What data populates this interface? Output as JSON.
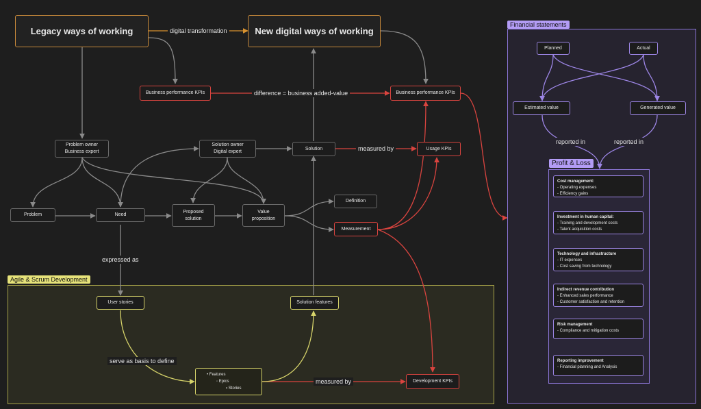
{
  "groups": {
    "agile_label": "Agile & Scrum Development",
    "financial_label": "Financial statements",
    "pl_label": "Profit & Loss"
  },
  "nodes": {
    "legacy": "Legacy ways of working",
    "new_digital": "New digital ways of working",
    "bpk_left": "Business performance KPIs",
    "bpk_right": "Business performance KPIs",
    "problem_owner": [
      "Problem owner",
      "Business expert"
    ],
    "solution_owner": [
      "Solution owner",
      "Digital expert"
    ],
    "solution": "Solution",
    "usage_kpis": "Usage KPIs",
    "problem": "Problem",
    "need": "Need",
    "proposed_solution": [
      "Proposed",
      "solution"
    ],
    "value_proposition": [
      "Value",
      "proposition"
    ],
    "definition": "Definition",
    "measurement": "Measurement",
    "user_stories": "User stories",
    "solution_features": "Solution features",
    "development_kpis": "Development KPIs",
    "planned": "Planned",
    "actual": "Actual",
    "estimated_value": "Estimated value",
    "generated_value": "Generated value"
  },
  "tree": {
    "features": "Features",
    "epics": "Epics",
    "stories": "Stories"
  },
  "edge_labels": {
    "digital_transformation": "digital transformation",
    "difference": "difference = business added-value",
    "measured_by_usage": "measured by",
    "expressed_as": "expressed as",
    "serve_as_basis": "serve as basis to define",
    "measured_by_dev": "measured by",
    "reported_in_left": "reported in",
    "reported_in_right": "reported in"
  },
  "pl_cards": [
    {
      "title": "Cost management:",
      "items": [
        "- Operating expenses",
        "- Efficiency gains"
      ]
    },
    {
      "title": "Investment in human capital:",
      "items": [
        "- Training and development costs",
        "- Talent acquisition costs"
      ]
    },
    {
      "title": "Technology and infrastructure",
      "items": [
        "- IT expenses",
        "- Cost saving from technology"
      ]
    },
    {
      "title": "Indirect revenue contribution",
      "items": [
        "- Enhanced sales performance",
        "- Customer satisfaction and retention"
      ]
    },
    {
      "title": "Risk management",
      "items": [
        "- Compliance and mitigation costs"
      ]
    },
    {
      "title": "Reporting improvement",
      "items": [
        "- Financial planning and Analysis"
      ]
    }
  ],
  "colors": {
    "orange": "#c7893a",
    "red": "#d9443f",
    "gray": "#8a8a8a",
    "yellow": "#d6d36a",
    "purple": "#9d86e6",
    "background": "#1e1e1e"
  }
}
